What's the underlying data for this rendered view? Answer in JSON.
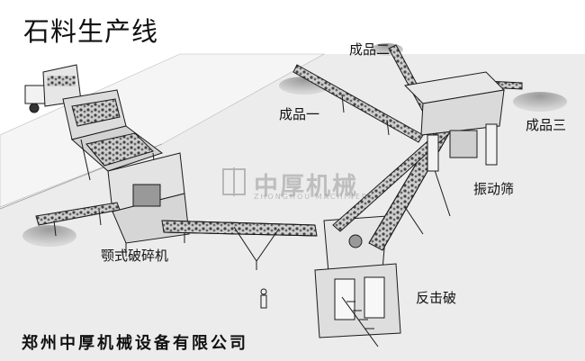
{
  "title": "石料生产线",
  "company": "郑州中厚机械设备有限公司",
  "labels": {
    "product_1": "成品一",
    "product_2": "成品二",
    "product_3": "成品三",
    "vibrating_screen": "振动筛",
    "jaw_crusher": "颚式破碎机",
    "impact_crusher": "反击破"
  },
  "watermark": {
    "logo_text": "中厚机械",
    "sub_text": "ZHONGHOU MACHINERY"
  },
  "colors": {
    "line": "#1a1a1a",
    "ground": "#e8e8e8",
    "pile": "#b8b8b8",
    "metal": "#d9d9d9"
  }
}
